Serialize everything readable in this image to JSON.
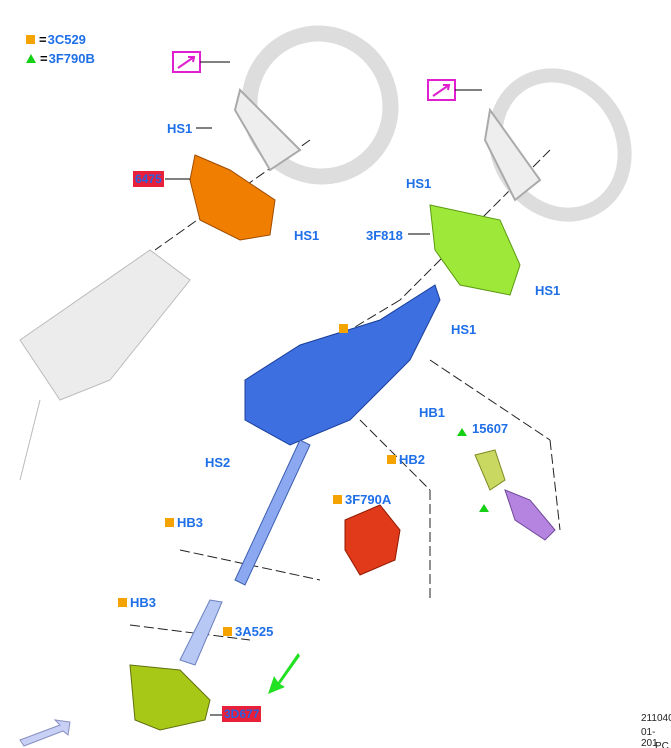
{
  "legend": [
    {
      "symbol": "square",
      "part": "3C529",
      "color": "#f5a300"
    },
    {
      "symbol": "triangle",
      "part": "3F790B",
      "color": "#16d016"
    }
  ],
  "labels": {
    "hs1_a": "HS1",
    "part_6475": "6475",
    "hs1_b": "HS1",
    "hs1_c": "HS1",
    "part_3f818": "3F818",
    "hs1_d": "HS1",
    "hs1_e": "HS1",
    "hb1": "HB1",
    "part_15607": "15607",
    "hs2": "HS2",
    "hb2": "HB2",
    "part_3f790a": "3F790A",
    "hb3_a": "HB3",
    "hb3_b": "HB3",
    "part_3a525": "3A525",
    "part_3d677": "3D677"
  },
  "equals": "=",
  "footer": {
    "code": "211040",
    "date": "01-201",
    "extra": "PC"
  }
}
